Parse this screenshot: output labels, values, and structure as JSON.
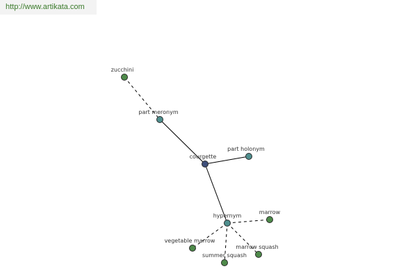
{
  "source_link": {
    "text": "http://www.artikata.com"
  },
  "graph": {
    "colors": {
      "center": "#3e4f7a",
      "relation": "#4f8f8e",
      "term": "#4e8a4a"
    },
    "nodes": [
      {
        "id": "zucchini",
        "label": "zucchini",
        "kind": "term"
      },
      {
        "id": "part-meronym",
        "label": "part meronym",
        "kind": "relation"
      },
      {
        "id": "courgette",
        "label": "courgette",
        "kind": "center"
      },
      {
        "id": "part-holonym",
        "label": "part holonym",
        "kind": "relation"
      },
      {
        "id": "hypernym",
        "label": "hypernym",
        "kind": "relation"
      },
      {
        "id": "marrow",
        "label": "marrow",
        "kind": "term"
      },
      {
        "id": "vegetable-marrow",
        "label": "vegetable marrow",
        "kind": "term"
      },
      {
        "id": "marrow-squash",
        "label": "marrow squash",
        "kind": "term"
      },
      {
        "id": "summer-squash",
        "label": "summer squash",
        "kind": "term"
      }
    ],
    "edges": [
      {
        "from": "zucchini",
        "to": "part-meronym",
        "style": "dashed"
      },
      {
        "from": "part-meronym",
        "to": "courgette",
        "style": "solid"
      },
      {
        "from": "courgette",
        "to": "part-holonym",
        "style": "solid"
      },
      {
        "from": "courgette",
        "to": "hypernym",
        "style": "solid"
      },
      {
        "from": "hypernym",
        "to": "marrow",
        "style": "dashed"
      },
      {
        "from": "hypernym",
        "to": "vegetable-marrow",
        "style": "dashed"
      },
      {
        "from": "hypernym",
        "to": "marrow-squash",
        "style": "dashed"
      },
      {
        "from": "hypernym",
        "to": "summer-squash",
        "style": "dashed"
      }
    ]
  }
}
